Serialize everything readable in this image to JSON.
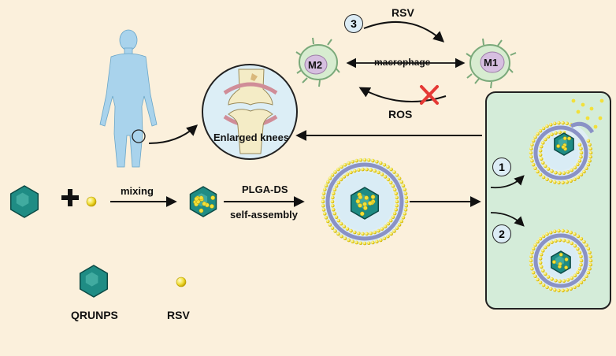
{
  "labels": {
    "enlarged_knees": "Enlarged knees",
    "rsv_top": "RSV",
    "macrophage": "macrophage",
    "ros": "ROS",
    "m2": "M2",
    "m1": "M1",
    "mixing": "mixing",
    "plga_ds": "PLGA-DS",
    "self_assembly": "self-assembly",
    "legend_qrunps": "QRUNPS",
    "legend_rsv": "RSV"
  },
  "steps": {
    "one": "1",
    "two": "2",
    "three": "3"
  },
  "icons": [
    "human-body-icon",
    "knee-joint-icon",
    "macrophage-m2-icon",
    "macrophage-m1-icon",
    "blocked-x-icon",
    "hexagon-nanoparticle-icon",
    "rsv-particle-icon",
    "liposome-icon",
    "cell-icon"
  ],
  "colors": {
    "background": "#fbf0dc",
    "cell_panel": "#d4ecd9",
    "body": "#a9d3ec",
    "hexagon": "#1f8c84",
    "particle": "#f2e03b",
    "membrane_ring": "#8a92c6",
    "blocked_x": "#e53935"
  }
}
